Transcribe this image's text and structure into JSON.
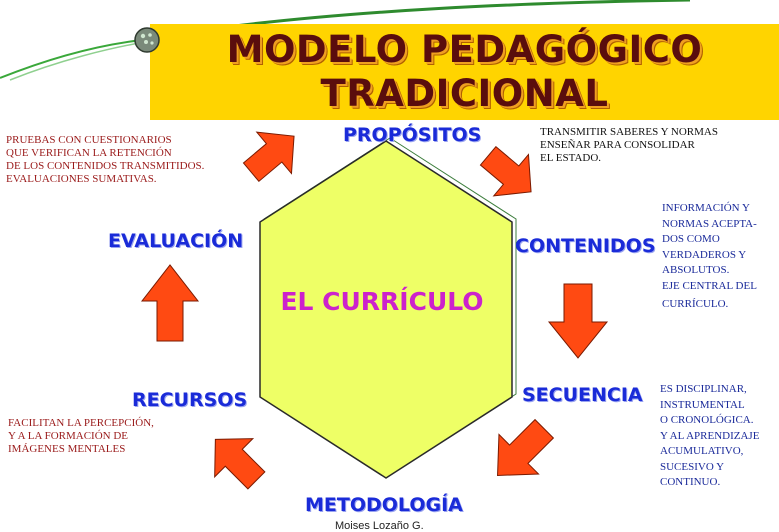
{
  "title": {
    "line1": "MODELO PEDAGÓGICO",
    "line2": "TRADICIONAL"
  },
  "center": {
    "label": "EL CURRÍCULO"
  },
  "nodes": {
    "propositos": "PROPÓSITOS",
    "contenidos": "CONTENIDOS",
    "secuencia": "SECUENCIA",
    "metodologia": "METODOLOGÍA",
    "recursos": "RECURSOS",
    "evaluacion": "EVALUACIÓN"
  },
  "notes": {
    "evaluacion": [
      "PRUEBAS CON CUESTIONARIOS",
      "QUE VERIFICAN LA RETENCIÓN",
      "DE LOS CONTENIDOS TRANSMITIDOS.",
      "EVALUACIONES SUMATIVAS."
    ],
    "propositos": [
      "TRANSMITIR SABERES Y NORMAS",
      "ENSEÑAR PARA CONSOLIDAR",
      "EL ESTADO."
    ],
    "contenidos": [
      "INFORMACIÓN Y",
      "NORMAS ACEPTA-",
      "DOS COMO",
      "VERDADEROS Y",
      "ABSOLUTOS.",
      "EJE CENTRAL DEL",
      "CURRÍCULO."
    ],
    "recursos": [
      "FACILITAN LA PERCEPCIÓN,",
      "Y A LA FORMACIÓN DE",
      "IMÁGENES MENTALES"
    ],
    "secuencia": [
      "ES DISCIPLINAR,",
      "INSTRUMENTAL",
      "O CRONOLÓGICA.",
      "Y AL APRENDIZAJE",
      "ACUMULATIVO,",
      "SUCESIVO Y",
      "CONTINUO."
    ]
  },
  "footer": "Moises Lozaño G.",
  "colors": {
    "title_band": "#ffd400",
    "hexagon_fill": "#eeff66",
    "arrow_fill": "#ff4a12",
    "node_text": "#1a2bd8",
    "center_text": "#cc22cc"
  }
}
